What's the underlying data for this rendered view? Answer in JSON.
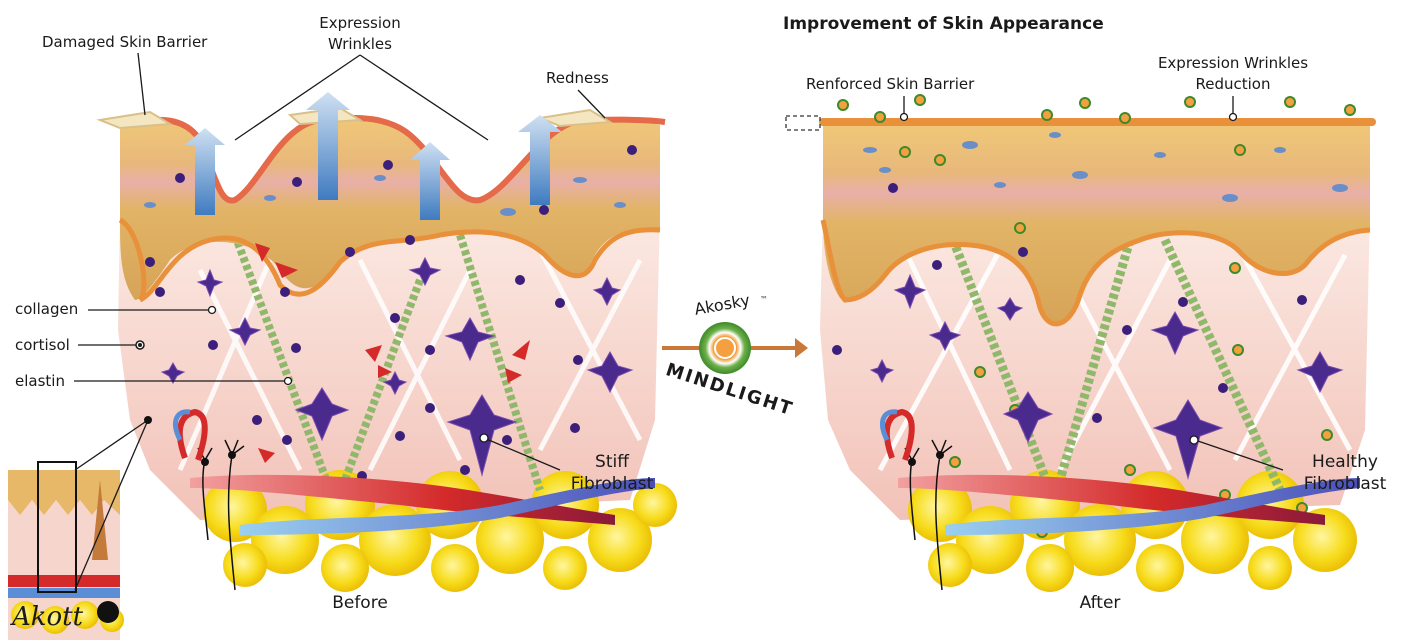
{
  "before": {
    "caption": "Before",
    "labels": {
      "damaged_barrier": "Damaged Skin Barrier",
      "expression_wrinkles_line1": "Expression",
      "expression_wrinkles_line2": "Wrinkles",
      "redness": "Redness",
      "collagen": "collagen",
      "cortisol": "cortisol",
      "elastin": "elastin",
      "stiff_line1": "Stiff",
      "stiff_line2": "Fibroblast"
    }
  },
  "after": {
    "caption": "After",
    "title": "Improvement of Skin Appearance",
    "labels": {
      "reinforced_barrier": "Renforced Skin Barrier",
      "wrinkle_reduction_line1": "Expression Wrinkles",
      "wrinkle_reduction_line2": "Reduction",
      "healthy_line1": "Healthy",
      "healthy_line2": "Fibroblast"
    }
  },
  "product": {
    "brand": "Akosky",
    "trademark": "™",
    "name": "MINDLIGHT"
  },
  "logo": {
    "text": "Akott"
  },
  "colors": {
    "epidermis": "#e6b868",
    "dermis": "#f6d6cc",
    "barrier": "#e8903a",
    "arrow": "#c8793a",
    "fat": "#f7dc1c",
    "cortisol": "#3b1f7a",
    "fibroblast": "#4a2a8c",
    "vessel_red": "#d42a2a",
    "vessel_blue": "#5a6fc8",
    "wrinkle_arrow": "#4a86c8"
  }
}
